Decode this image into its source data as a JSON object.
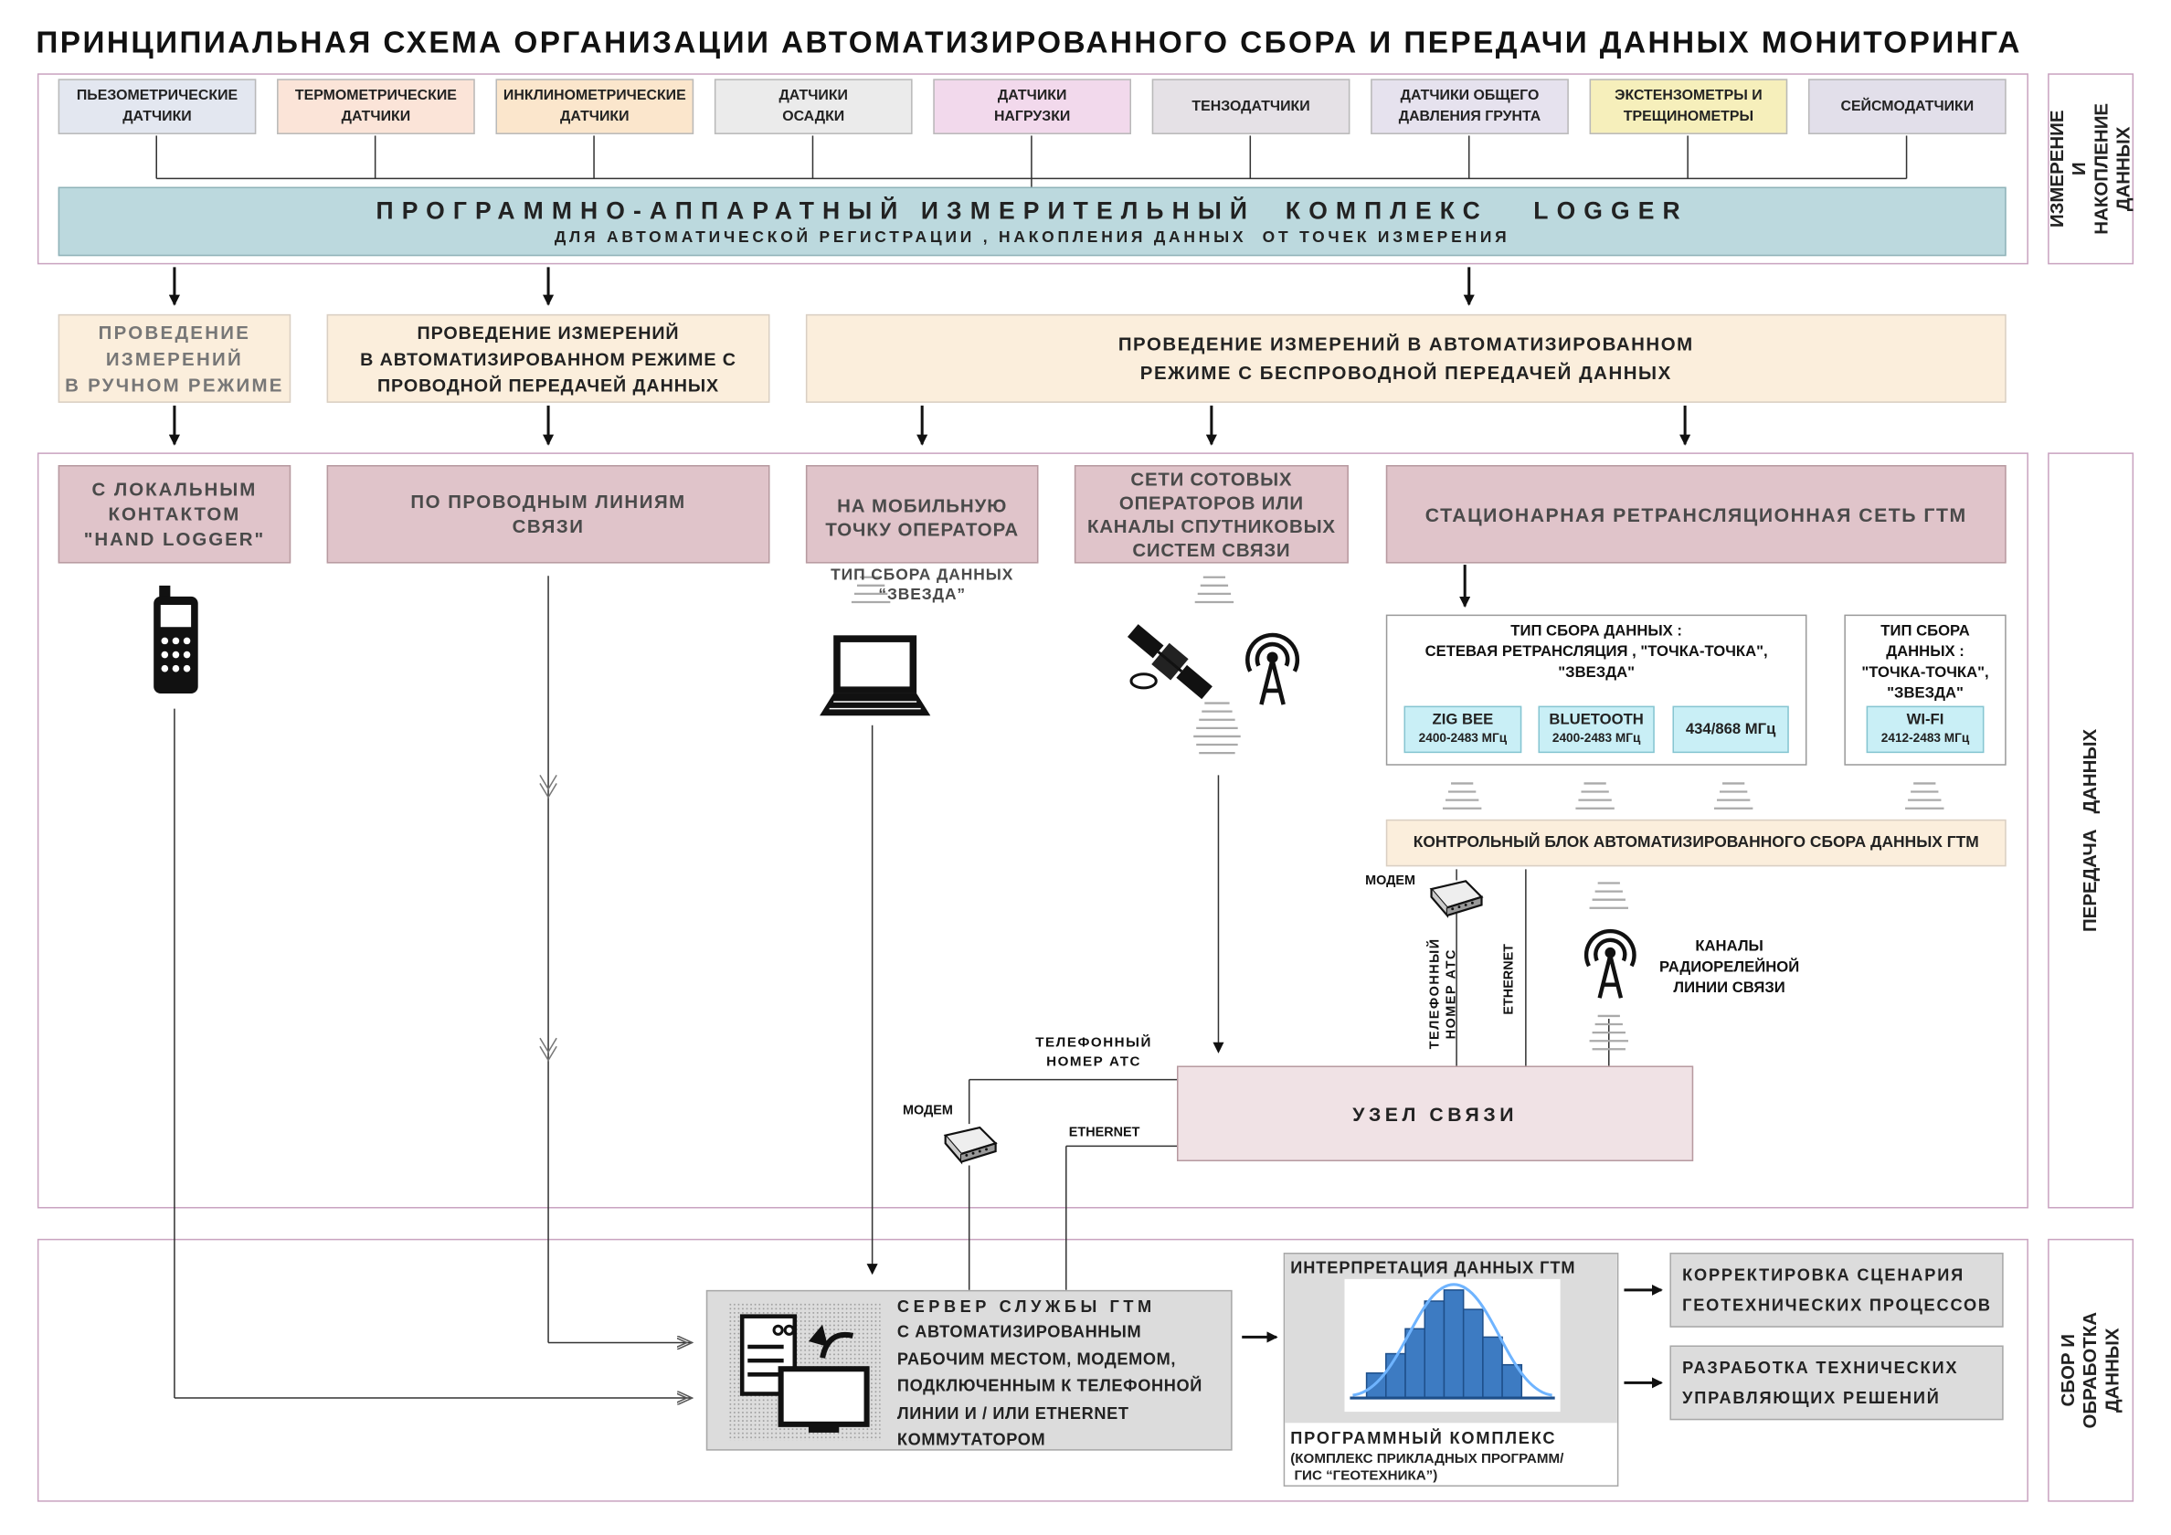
{
  "title": "ПРИНЦИПИАЛЬНАЯ СХЕМА ОРГАНИЗАЦИИ АВТОМАТИЗИРОВАННОГО СБОРА И ПЕРЕДАЧИ ДАННЫХ МОНИТОРИНГА",
  "side_labels": {
    "measurement": "ИЗМЕРЕНИЕ И\nНАКОПЛЕНИЕ\nДАННЫХ",
    "transfer": "ПЕРЕДАЧА   ДАННЫХ",
    "processing": "СБОР И ОБРАБОТКА\nДАННЫХ"
  },
  "sensors": [
    {
      "label": "ПЬЕЗОМЕТРИЧЕСКИЕ\nДАТЧИКИ",
      "color": "#e3e7f0"
    },
    {
      "label": "ТЕРМОМЕТРИЧЕСКИЕ\nДАТЧИКИ",
      "color": "#fbe4d8"
    },
    {
      "label": "ИНКЛИНОМЕТРИЧЕСКИЕ\nДАТЧИКИ",
      "color": "#fbe6cc"
    },
    {
      "label": "ДАТЧИКИ\nОСАДКИ",
      "color": "#ebebeb"
    },
    {
      "label": "ДАТЧИКИ\nНАГРУЗКИ",
      "color": "#f2d9ec"
    },
    {
      "label": "ТЕНЗОДАТЧИКИ",
      "color": "#e5e1e6"
    },
    {
      "label": "ДАТЧИКИ ОБЩЕГО\nДАВЛЕНИЯ ГРУНТА",
      "color": "#e6e2ee"
    },
    {
      "label": "ЭКСТЕНЗОМЕТРЫ И\nТРЕЩИНОМЕТРЫ",
      "color": "#f6efbb"
    },
    {
      "label": "СЕЙСМОДАТЧИКИ",
      "color": "#e2dfea"
    }
  ],
  "logger": {
    "title": "ПРОГРАММНО-АППАРАТНЫЙ ИЗМЕРИТЕЛЬНЫЙ  КОМПЛЕКС   LOGGER",
    "subtitle": "ДЛЯ АВТОМАТИЧЕСКОЙ РЕГИСТРАЦИИ , НАКОПЛЕНИЯ ДАННЫХ  ОТ ТОЧЕК ИЗМЕРЕНИЯ"
  },
  "modes": {
    "manual": "ПРОВЕДЕНИЕ\nИЗМЕРЕНИЙ\nВ РУЧНОМ РЕЖИМЕ",
    "wired": "ПРОВЕДЕНИЕ ИЗМЕРЕНИЙ\nВ АВТОМАТИЗИРОВАННОМ РЕЖИМЕ С\nПРОВОДНОЙ ПЕРЕДАЧЕЙ ДАННЫХ",
    "wireless": "ПРОВЕДЕНИЕ ИЗМЕРЕНИЙ В АВТОМАТИЗИРОВАННОМ\nРЕЖИМЕ С  БЕСПРОВОДНОЙ  ПЕРЕДАЧЕЙ ДАННЫХ"
  },
  "transfer": {
    "local": "С ЛОКАЛЬНЫМ\nКОНТАКТОМ\n\"HAND LOGGER\"",
    "wired": "ПО ПРОВОДНЫМ ЛИНИЯМ\nСВЯЗИ",
    "mobile_line1": "НА МОБИЛЬНУЮ\nТОЧКУ ОПЕРАТОРА",
    "mobile_line2": "ТИП СБОРА ДАННЫХ\n“ЗВЕЗДА”",
    "cellular": "СЕТИ СОТОВЫХ\nОПЕРАТОРОВ ИЛИ\nКАНАЛЫ СПУТНИКОВЫХ\nСИСТЕМ СВЯЗИ",
    "stationary": "СТАЦИОНАРНАЯ РЕТРАНСЛЯЦИОННАЯ СЕТЬ ГТМ"
  },
  "collection_types": {
    "mesh": "ТИП СБОРА ДАННЫХ :\nСЕТЕВАЯ РЕТРАНСЛЯЦИЯ , \"ТОЧКА-ТОЧКА\",\n\"ЗВЕЗДА\"",
    "p2p": "ТИП СБОРА\nДАННЫХ :\n\"ТОЧКА-ТОЧКА\",\n\"ЗВЕЗДА\""
  },
  "radios": [
    {
      "name": "ZIG BEE",
      "freq": "2400-2483 МГц"
    },
    {
      "name": "BLUETOOTH",
      "freq": "2400-2483 МГц"
    },
    {
      "name": "434/868 МГц",
      "freq": ""
    },
    {
      "name": "WI-FI",
      "freq": "2412-2483 МГц"
    }
  ],
  "control_block": "КОНТРОЛЬНЫЙ БЛОК АВТОМАТИЗИРОВАННОГО СБОРА ДАННЫХ ГТМ",
  "labels": {
    "modem": "МОДЕМ",
    "phone_rot": "ТЕЛЕФОННЫЙ\nНОМЕР АТС",
    "ethernet": "ETHERNET",
    "radio_relay": "КАНАЛЫ\nРАДИОРЕЛЕЙНОЙ\nЛИНИИ СВЯЗИ",
    "phone": "ТЕЛЕФОННЫЙ\nНОМЕР АТС"
  },
  "hub": "УЗЕЛ СВЯЗИ",
  "server": {
    "line1": "СЕРВЕР СЛУЖБЫ ГТМ",
    "rest": "С АВТОМАТИЗИРОВАННЫМ\nРАБОЧИМ МЕСТОМ, МОДЕМОМ,\nПОДКЛЮЧЕННЫМ К ТЕЛЕФОННОЙ\nЛИНИИ И / ИЛИ ETHERNET\nКОММУТАТОРОМ"
  },
  "interpretation": {
    "title": "ИНТЕРПРЕТАЦИЯ ДАННЫХ ГТМ",
    "software": "ПРОГРАММНЫЙ КОМПЛЕКС",
    "software_sub": "(КОМПЛЕКС ПРИКЛАДНЫХ ПРОГРАММ/\n ГИС “ГЕОТЕХНИКА”)"
  },
  "outputs": {
    "correction": "КОРРЕКТИРОВКА СЦЕНАРИЯ\nГЕОТЕХНИЧЕСКИХ ПРОЦЕССОВ",
    "development": "РАЗРАБОТКА ТЕХНИЧЕСКИХ\nУПРАВЛЯЮЩИХ РЕШЕНИЙ"
  }
}
